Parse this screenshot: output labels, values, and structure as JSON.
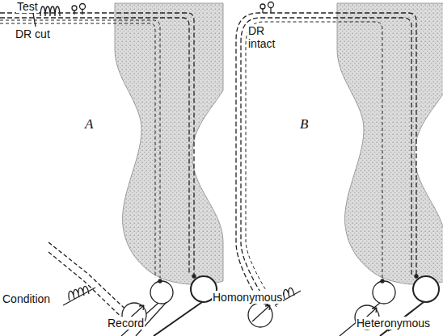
{
  "diagram": {
    "labels": [
      "Test",
      "DR cut",
      "A",
      "Condition",
      "Record",
      "DR intact",
      "B",
      "Homonymous",
      "Heteronymous"
    ]
  }
}
